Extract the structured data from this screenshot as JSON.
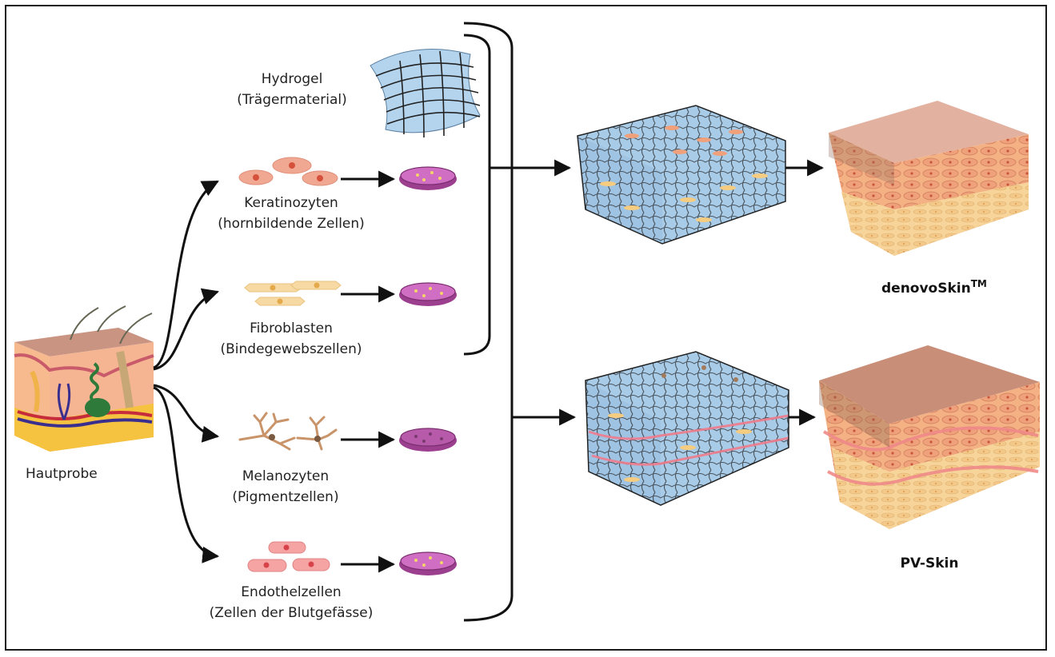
{
  "labels": {
    "hydrogel": "Hydrogel",
    "hydrogel_sub": "(Trägermaterial)",
    "keratinocytes": "Keratinozyten",
    "keratinocytes_sub": "(hornbildende Zellen)",
    "fibroblasts": "Fibroblasten",
    "fibroblasts_sub": "(Bindegewebszellen)",
    "melanocytes": "Melanozyten",
    "melanocytes_sub": "(Pigmentzellen)",
    "endothelial": "Endothelzellen",
    "endothelial_sub": "(Zellen der Blutgefässe)",
    "skin_sample": "Hautprobe",
    "product_1": "denovoSkin",
    "product_1_tm": "TM",
    "product_2": "PV-Skin"
  },
  "colors": {
    "line": "#111111",
    "dish_rim": "#9c3f8f",
    "dish_fill": "#c65bb6",
    "hydrogel_blue": "#a8cbe8",
    "skin_top": "#e4b3a1",
    "skin_side": "#f2b48c",
    "vessel_pink": "#f08a8a"
  }
}
